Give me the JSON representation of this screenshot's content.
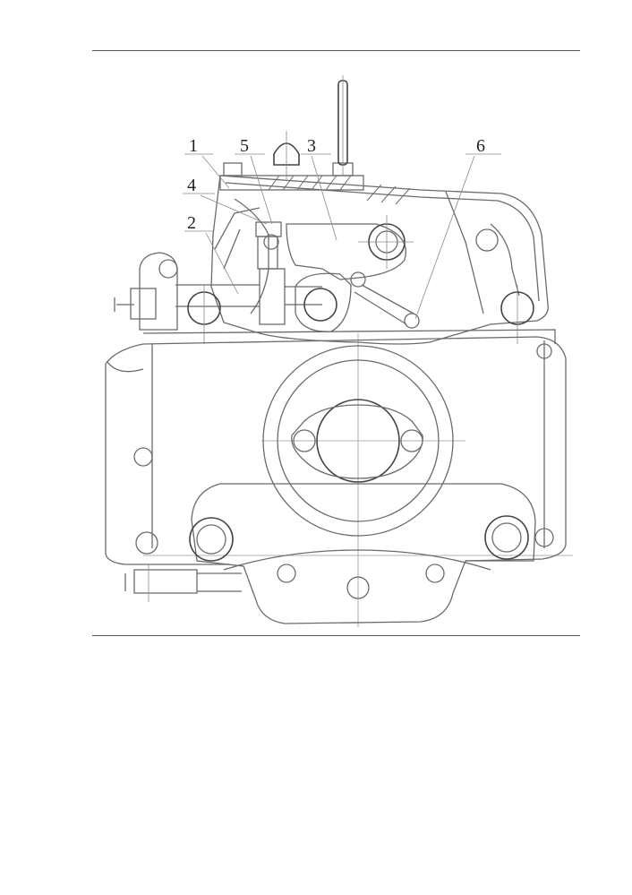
{
  "figure": {
    "callouts": [
      {
        "id": "1",
        "label": "1"
      },
      {
        "id": "2",
        "label": "2"
      },
      {
        "id": "3",
        "label": "3"
      },
      {
        "id": "4",
        "label": "4"
      },
      {
        "id": "5",
        "label": "5"
      },
      {
        "id": "6",
        "label": "6"
      }
    ]
  },
  "colors": {
    "line": "#6b6b6b",
    "dark": "#444444",
    "background": "#ffffff"
  }
}
